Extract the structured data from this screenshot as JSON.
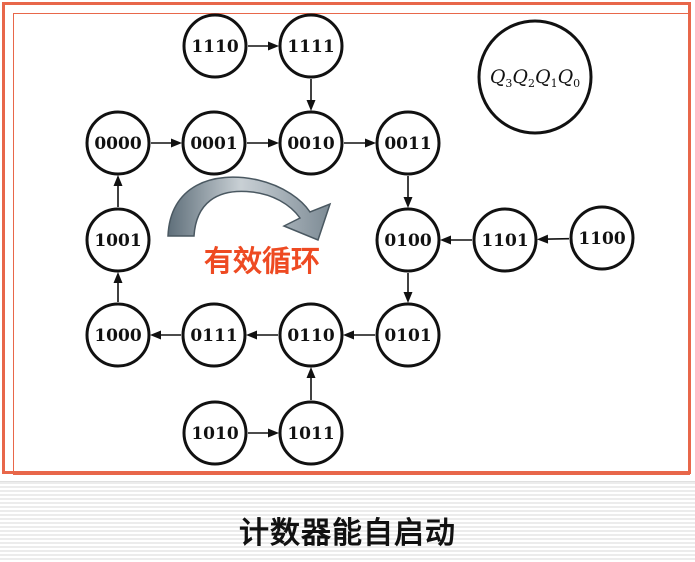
{
  "legend": {
    "Q3": "Q",
    "s3": "3",
    "Q2": "Q",
    "s2": "2",
    "Q1": "Q",
    "s1": "1",
    "Q0": "Q",
    "s0": "0"
  },
  "cycle_label": "有效循环",
  "footer_title": "计数器能自启动",
  "colors": {
    "accent": "#ee4a22",
    "frame": "#e8674a"
  },
  "nodes": {
    "n1110": "1110",
    "n1111": "1111",
    "n0000": "0000",
    "n0001": "0001",
    "n0010": "0010",
    "n0011": "0011",
    "n1001": "1001",
    "n0100": "0100",
    "n1101": "1101",
    "n1100": "1100",
    "n1000": "1000",
    "n0111": "0111",
    "n0110": "0110",
    "n0101": "0101",
    "n1010": "1010",
    "n1011": "1011"
  },
  "edges": [
    [
      "1110",
      "1111"
    ],
    [
      "1111",
      "0010"
    ],
    [
      "0000",
      "0001"
    ],
    [
      "0001",
      "0010"
    ],
    [
      "0010",
      "0011"
    ],
    [
      "0011",
      "0100"
    ],
    [
      "0100",
      "0101"
    ],
    [
      "0101",
      "0110"
    ],
    [
      "0110",
      "0111"
    ],
    [
      "0111",
      "1000"
    ],
    [
      "1000",
      "1001"
    ],
    [
      "1001",
      "0000"
    ],
    [
      "1100",
      "1101"
    ],
    [
      "1101",
      "0100"
    ],
    [
      "1010",
      "1011"
    ],
    [
      "1011",
      "0110"
    ]
  ]
}
